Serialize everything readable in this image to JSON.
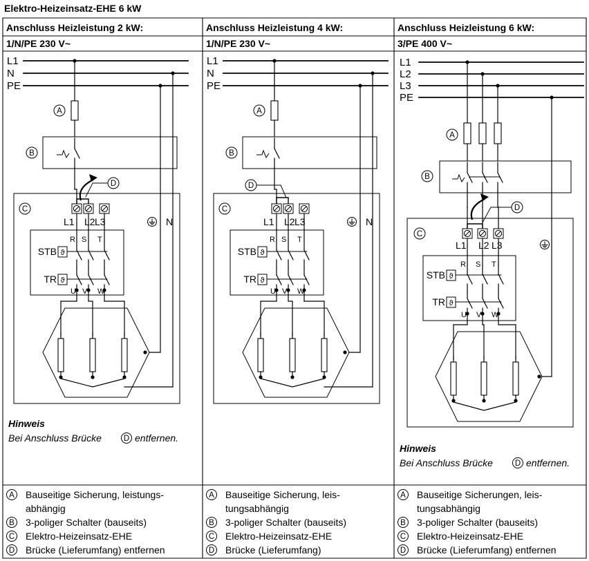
{
  "title": "Elektro-Heizeinsatz-EHE 6 kW",
  "columns": [
    {
      "header": "Anschluss Heizleistung 2 kW:",
      "supply": "1/N/PE 230 V~",
      "lines": [
        "L1",
        "N",
        "PE"
      ],
      "note_title": "Hinweis",
      "note_prefix": "Bei Anschluss Brücke",
      "note_suffix": "entfernen.",
      "legend": [
        {
          "letter": "A",
          "l1": "Bauseitige Sicherung, leistungs-",
          "l2": "abhängig"
        },
        {
          "letter": "B",
          "l1": "3-poliger Schalter (bauseits)",
          "l2": ""
        },
        {
          "letter": "C",
          "l1": "Elektro-Heizeinsatz-EHE",
          "l2": ""
        },
        {
          "letter": "D",
          "l1": "Brücke (Lieferumfang) entfernen",
          "l2": ""
        }
      ]
    },
    {
      "header": "Anschluss Heizleistung 4 kW:",
      "supply": "1/N/PE 230 V~",
      "lines": [
        "L1",
        "N",
        "PE"
      ],
      "legend": [
        {
          "letter": "A",
          "l1": "Bauseitige Sicherung, leis-",
          "l2": "tungsabhängig"
        },
        {
          "letter": "B",
          "l1": "3-poliger Schalter (bauseits)",
          "l2": ""
        },
        {
          "letter": "C",
          "l1": "Elektro-Heizeinsatz-EHE",
          "l2": ""
        },
        {
          "letter": "D",
          "l1": "Brücke (Lieferumfang)",
          "l2": ""
        }
      ]
    },
    {
      "header": "Anschluss Heizleistung 6 kW:",
      "supply": "3/PE 400 V~",
      "lines": [
        "L1",
        "L2",
        "L3",
        "PE"
      ],
      "note_title": "Hinweis",
      "note_prefix": "Bei Anschluss Brücke",
      "note_suffix": "entfernen.",
      "legend": [
        {
          "letter": "A",
          "l1": "Bauseitige Sicherungen, leis-",
          "l2": "tungsabhängig"
        },
        {
          "letter": "B",
          "l1": "3-poliger Schalter (bauseits)",
          "l2": ""
        },
        {
          "letter": "C",
          "l1": "Elektro-Heizeinsatz-EHE",
          "l2": ""
        },
        {
          "letter": "D",
          "l1": "Brücke (Lieferumfang) entfernen",
          "l2": ""
        }
      ]
    }
  ],
  "labels": {
    "A": "A",
    "B": "B",
    "C": "C",
    "D": "D",
    "stb": "STB",
    "tr": "TR",
    "theta": "ϑ",
    "l1": "L1",
    "l2": "L2",
    "l3": "L3",
    "n": "N",
    "r": "R",
    "s": "S",
    "t": "T",
    "u": "U",
    "v": "V",
    "w": "W"
  }
}
